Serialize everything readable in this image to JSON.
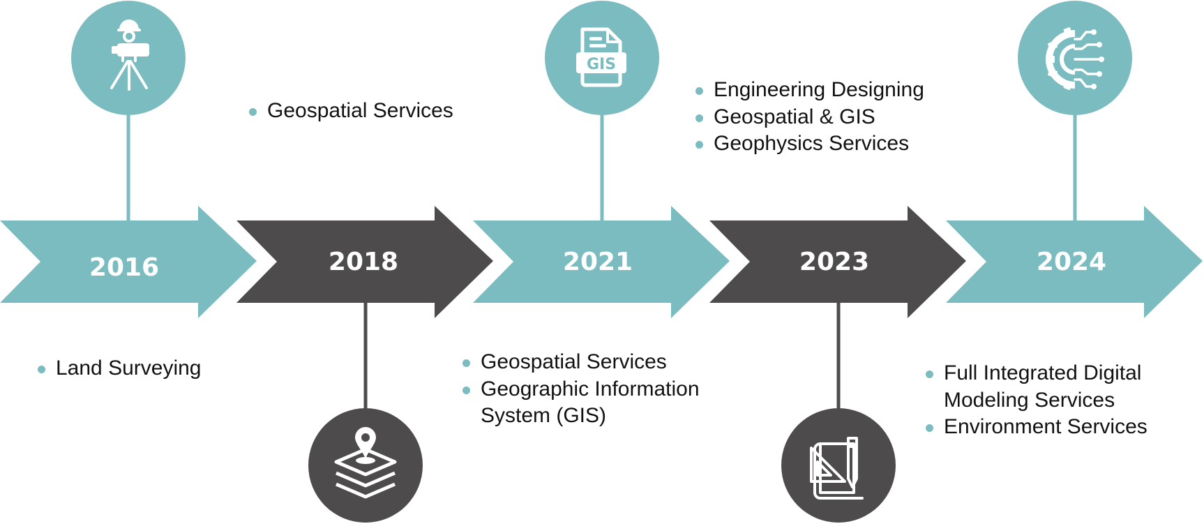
{
  "colors": {
    "teal": "#7bbcc1",
    "dark": "#4d4b4c",
    "bullet": "#7bbcc1",
    "text": "#111111"
  },
  "milestones": [
    {
      "year": "2016",
      "icon": "surveyor-tripod-icon",
      "items": [
        "Land Surveying"
      ]
    },
    {
      "year": "2018",
      "icon": "map-layers-pin-icon",
      "items": [
        "Geospatial Services"
      ]
    },
    {
      "year": "2021",
      "icon": "gis-file-icon",
      "items": [
        "Geospatial Services",
        "Geographic Information System (GIS)"
      ]
    },
    {
      "year": "2023",
      "icon": "drafting-tools-icon",
      "items": [
        "Engineering Designing",
        "Geospatial & GIS",
        "Geophysics Services"
      ]
    },
    {
      "year": "2024",
      "icon": "digital-gear-circuit-icon",
      "items": [
        "Full Integrated Digital Modeling Services",
        "Environment Services"
      ]
    }
  ]
}
